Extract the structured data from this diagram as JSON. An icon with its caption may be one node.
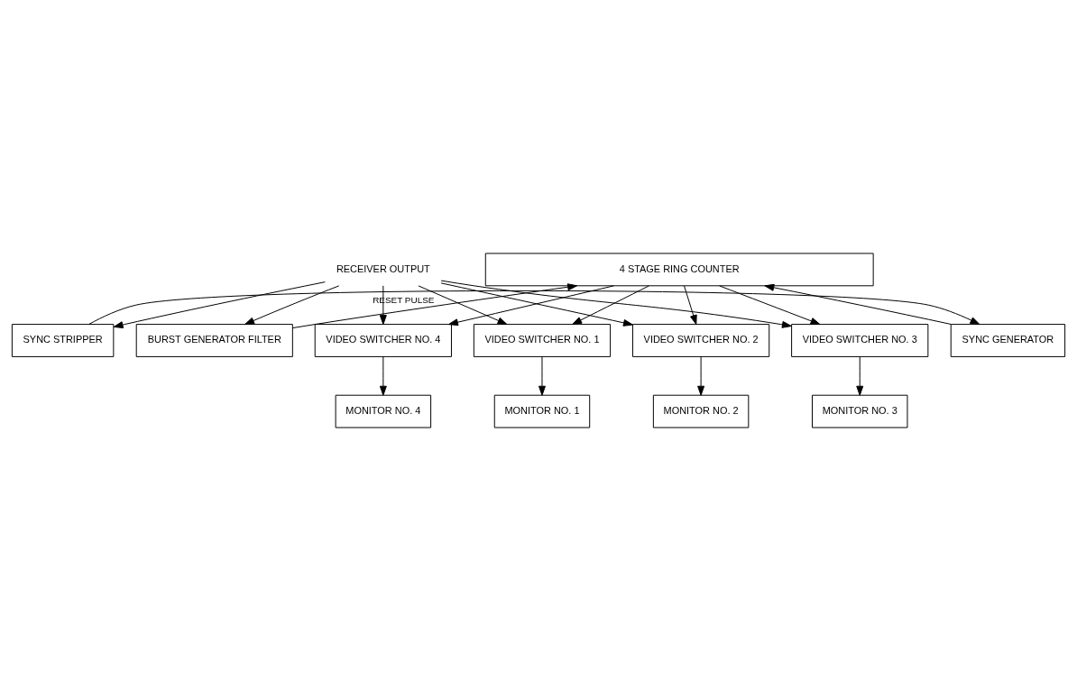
{
  "diagram": {
    "nodes": [
      {
        "text": [
          "4 STAGE RING COUNTER"
        ]
      },
      {
        "text": [
          "RECEIVER OUTPUT"
        ]
      },
      {
        "text": [
          "BURST GENERATOR FILTER"
        ]
      },
      {
        "text": [
          "SYNC GENERATOR"
        ]
      },
      {
        "text": [
          "VIDEO SWITCHER NO. 1"
        ]
      },
      {
        "text": [
          "VIDEO SWITCHER NO. 2"
        ]
      },
      {
        "text": [
          "VIDEO SWITCHER NO. 3"
        ]
      },
      {
        "text": [
          "VIDEO SWITCHER NO. 4"
        ]
      },
      {
        "text": [
          "SYNC STRIPPER"
        ]
      },
      {
        "text": [
          "MONITOR NO. 1"
        ]
      },
      {
        "text": [
          "MONITOR NO. 2"
        ]
      },
      {
        "text": [
          "MONITOR NO. 3"
        ]
      },
      {
        "text": [
          "MONITOR NO. 4"
        ]
      }
    ],
    "edges": [
      {
        "from": 0,
        "to": 4,
        "arrow": "to"
      },
      {
        "from": 0,
        "to": 5,
        "arrow": "to"
      },
      {
        "from": 0,
        "to": 6,
        "arrow": "to"
      },
      {
        "from": 0,
        "to": 7,
        "arrow": "to"
      },
      {
        "from": 1,
        "to": 4,
        "arrow": "to"
      },
      {
        "from": 1,
        "to": 5,
        "arrow": "to"
      },
      {
        "from": 1,
        "to": 6,
        "arrow": "to"
      },
      {
        "from": 1,
        "to": 7,
        "arrow": "to"
      },
      {
        "from": 1,
        "to": 2,
        "arrow": "to"
      },
      {
        "from": 1,
        "to": 8,
        "arrow": "to"
      },
      {
        "from": 2,
        "to": 0,
        "arrow": "to",
        "label": "RESET PULSE"
      },
      {
        "from": 3,
        "to": 0,
        "arrow": "to"
      },
      {
        "from": 8,
        "to": 3,
        "arrow": "to"
      },
      {
        "from": 4,
        "to": 9,
        "arrow": "to"
      },
      {
        "from": 5,
        "to": 10,
        "arrow": "to"
      },
      {
        "from": 6,
        "to": 11,
        "arrow": "to"
      },
      {
        "from": 7,
        "to": 12,
        "arrow": "to"
      }
    ]
  }
}
